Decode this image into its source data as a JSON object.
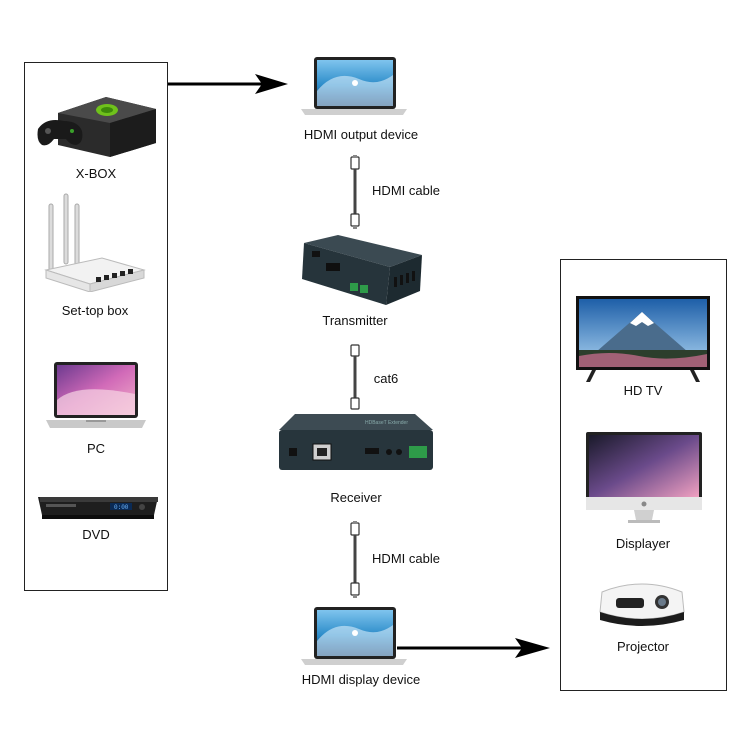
{
  "sources": {
    "items": [
      {
        "label": "X-BOX",
        "icon": "game-console-icon"
      },
      {
        "label": "Set-top box",
        "icon": "router-icon"
      },
      {
        "label": "PC",
        "icon": "laptop-icon"
      },
      {
        "label": "DVD",
        "icon": "dvd-player-icon"
      }
    ]
  },
  "chain": {
    "output_device": "HDMI output device",
    "cable_top": "HDMI cable",
    "transmitter": "Transmitter",
    "cable_mid": "cat6",
    "receiver": "Receiver",
    "cable_bottom": "HDMI cable",
    "display_device": "HDMI display device"
  },
  "displays": {
    "items": [
      {
        "label": "HD TV",
        "icon": "tv-icon"
      },
      {
        "label": "Displayer",
        "icon": "monitor-icon"
      },
      {
        "label": "Projector",
        "icon": "projector-icon"
      }
    ]
  }
}
